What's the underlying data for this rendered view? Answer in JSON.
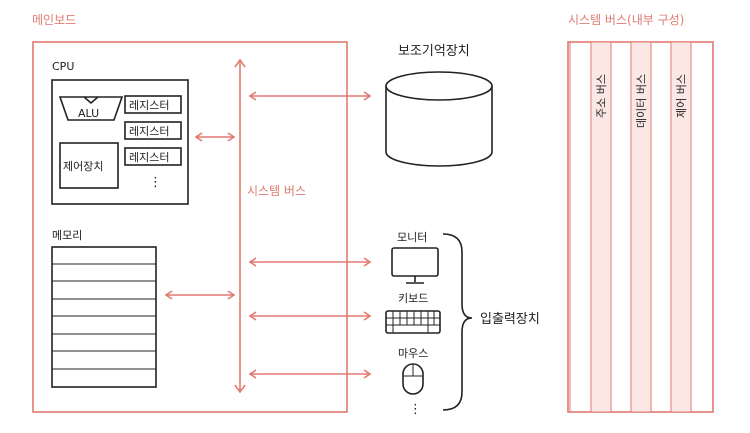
{
  "mainboard": {
    "title": "메인보드",
    "cpu": {
      "title": "CPU",
      "alu": "ALU",
      "registers": [
        "레지스터",
        "레지스터",
        "레지스터"
      ],
      "ellipsis": "⋮",
      "control_unit": "제어장치"
    },
    "memory": {
      "title": "메모리"
    },
    "system_bus": "시스템 버스"
  },
  "devices": {
    "secondary_storage": "보조기억장치",
    "monitor": "모니터",
    "keyboard": "키보드",
    "mouse": "마우스",
    "ellipsis": "⋮",
    "io_group": "입출력장치"
  },
  "system_bus_internal": {
    "title": "시스템 버스(내부 구성)",
    "buses": [
      "주소 버스",
      "데이터 버스",
      "제어 버스"
    ]
  }
}
